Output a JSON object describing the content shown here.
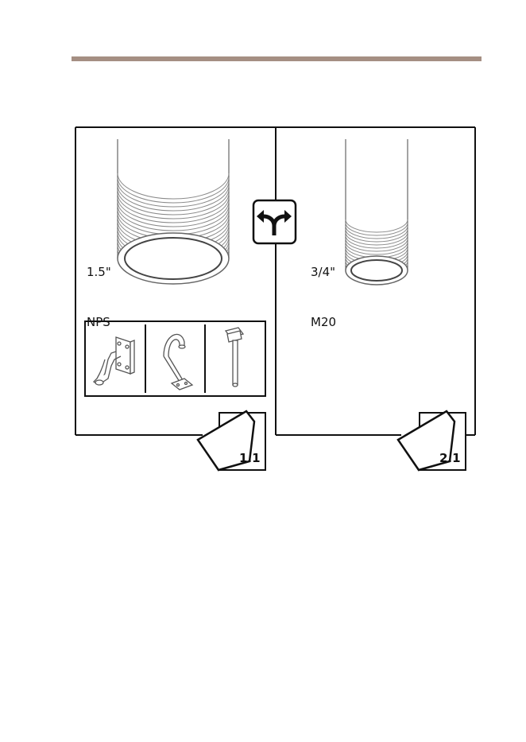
{
  "colors": {
    "header_rule": "#a58f83",
    "line": "#111111",
    "thread": "#8a8a8a"
  },
  "left_option": {
    "size_label": "1.5\"",
    "thread_label": "NPS",
    "step": "1.1",
    "accessories": [
      "wall-mount-bracket-icon",
      "gooseneck-mount-icon",
      "pendant-pole-mount-icon"
    ]
  },
  "right_option": {
    "size_label": "3/4\"",
    "thread_label": "M20",
    "step": "2.1"
  },
  "branch_icon": "fork-arrows-icon"
}
